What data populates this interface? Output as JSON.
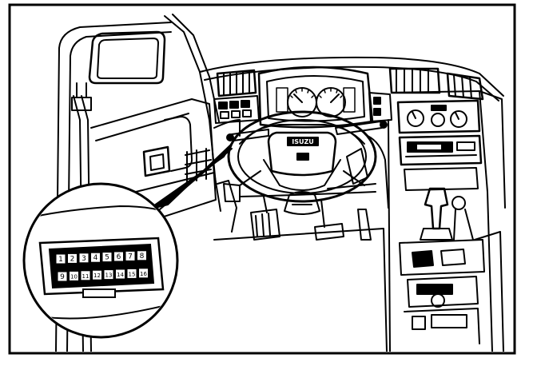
{
  "figure": {
    "type": "line-drawing",
    "subject": "vehicle dashboard with inset of diagnostic connector",
    "ink_color": "#000000",
    "paper_color": "#ffffff"
  },
  "dashboard": {
    "steering_wheel_badge": "ISUZU",
    "cluster_gauges": [
      "speedometer",
      "tachometer"
    ]
  },
  "connector": {
    "top_row_pins": [
      "1",
      "2",
      "3",
      "4",
      "5",
      "6",
      "7",
      "8"
    ],
    "bottom_row_pins": [
      "9",
      "10",
      "11",
      "12",
      "13",
      "14",
      "15",
      "16"
    ]
  }
}
